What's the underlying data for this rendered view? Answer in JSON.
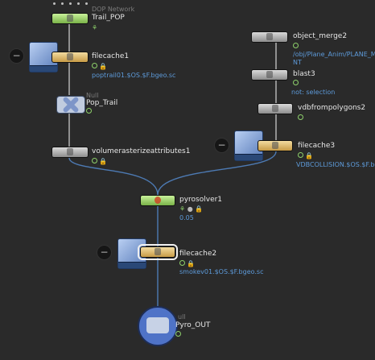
{
  "nodes": {
    "trail_pop": {
      "type_label": "DOP Network",
      "name": "Trail_POP"
    },
    "filecache1": {
      "name": "filecache1",
      "param": "poptrail01.$OS.$F.bgeo.sc"
    },
    "pop_trail": {
      "type_label": "Null",
      "name": "Pop_Trail"
    },
    "volumerasterize": {
      "name": "volumerasterizeattributes1"
    },
    "object_merge2": {
      "name": "object_merge2",
      "param_line1": "/obj/Plane_Anim/PLANE_M",
      "param_line2": "NT"
    },
    "blast3": {
      "name": "blast3",
      "param": "not: selection"
    },
    "vdbfrompolygons2": {
      "name": "vdbfrompolygons2"
    },
    "filecache3": {
      "name": "filecache3",
      "param": "VDBCOLLISION.$OS.$F.bgeo"
    },
    "pyrosolver1": {
      "name": "pyrosolver1",
      "param": "0.05"
    },
    "filecache2": {
      "name": "filecache2",
      "param": "smokev01.$OS.$F.bgeo.sc"
    },
    "pyro_out": {
      "type_label": "ull",
      "name": "Pyro_OUT"
    }
  },
  "icons": [
    "minus-icon",
    "lock-icon",
    "disk-icon",
    "null-icon",
    "solver-icon"
  ],
  "colors": {
    "background": "#2a2a2a",
    "wire": "#4d7ab3",
    "param_text": "#5d9ad9",
    "display_flag": "#8ed16b"
  }
}
